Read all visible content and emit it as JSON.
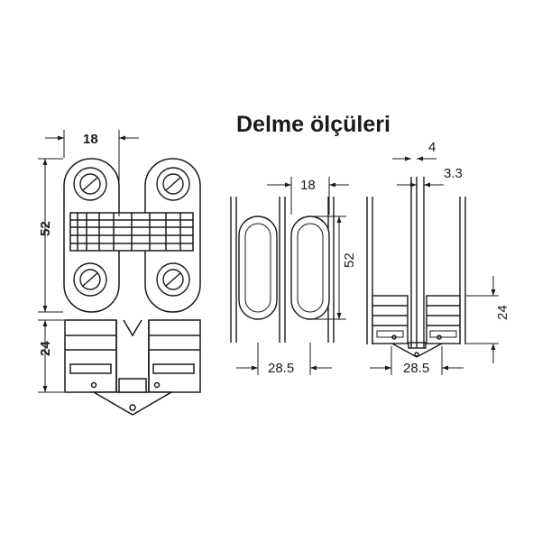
{
  "title": "Delme ölçüleri",
  "colors": {
    "line": "#1a1a1a",
    "fill": "#ffffff",
    "background": "#ffffff"
  },
  "left_view": {
    "width_label": "18",
    "height_label": "52",
    "depth_label": "24"
  },
  "middle_view": {
    "width_label": "18",
    "height_label": "52",
    "spacing_label": "28.5"
  },
  "right_view": {
    "top_label": "4",
    "offset_label": "3.3",
    "depth_label": "24",
    "spacing_label": "28.5"
  }
}
